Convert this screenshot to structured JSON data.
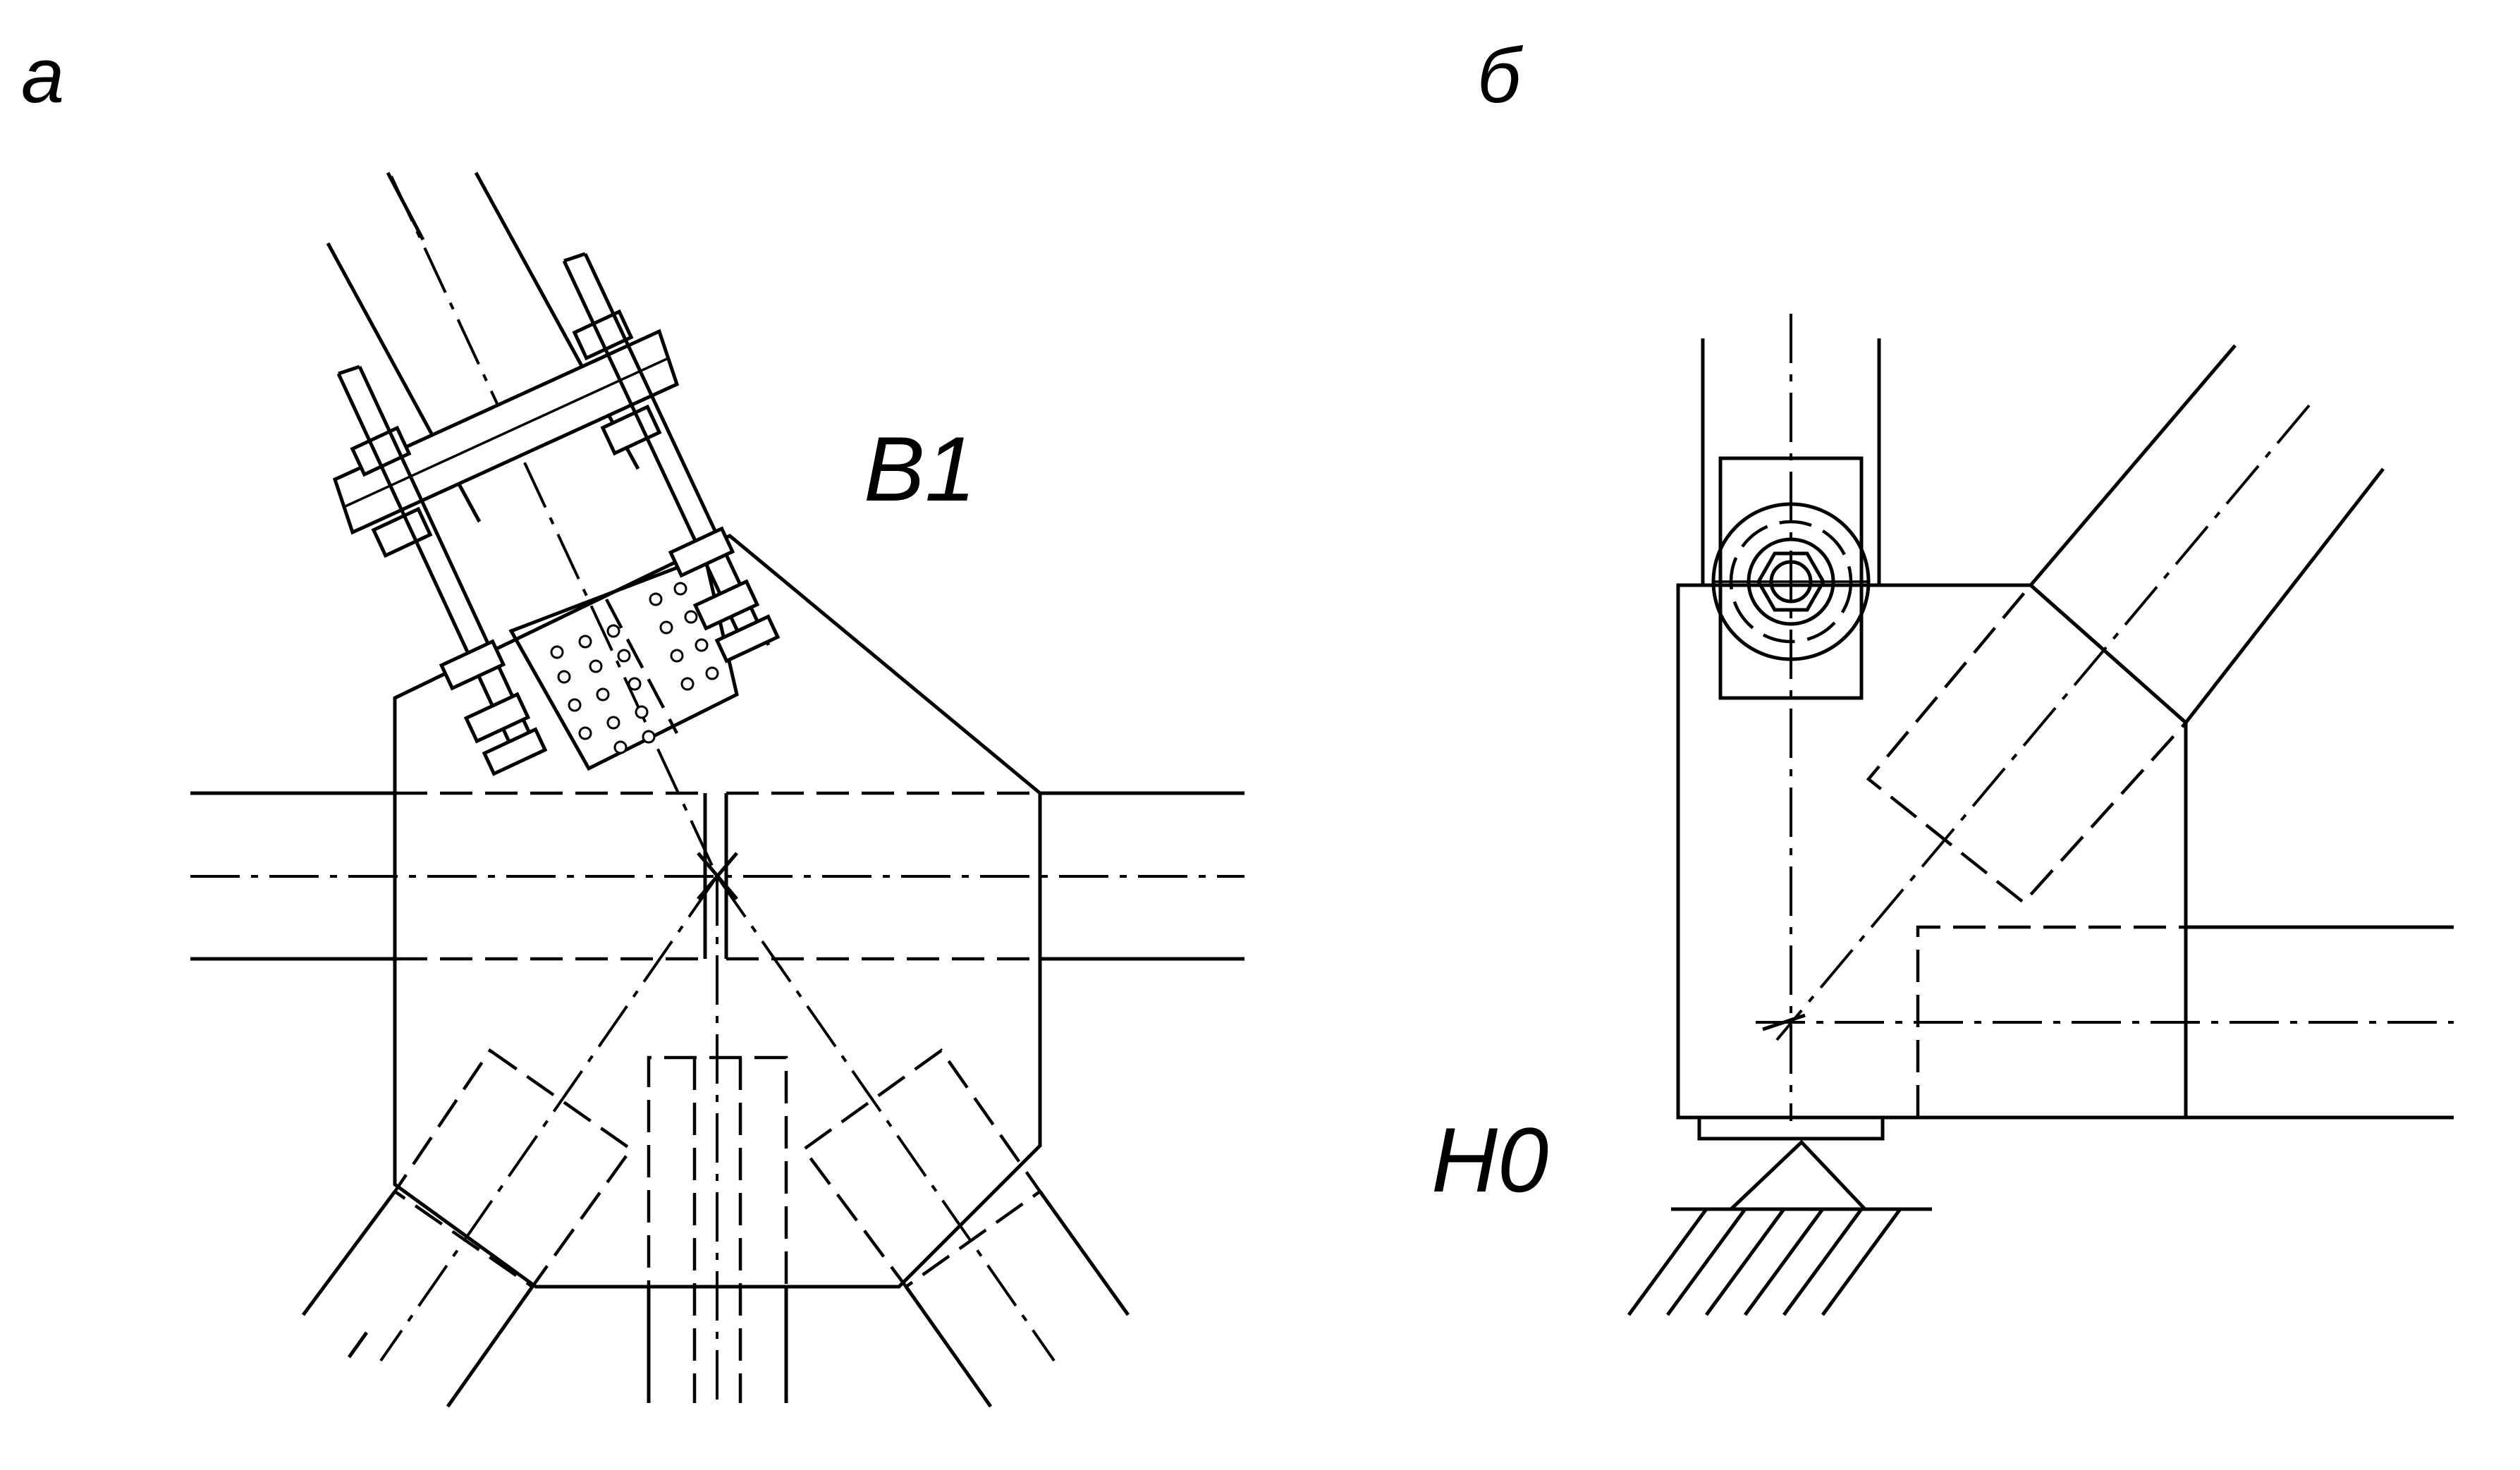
{
  "labels": {
    "panel_a": "а",
    "panel_b": "б",
    "node_a": "В1",
    "node_b": "Н0"
  }
}
